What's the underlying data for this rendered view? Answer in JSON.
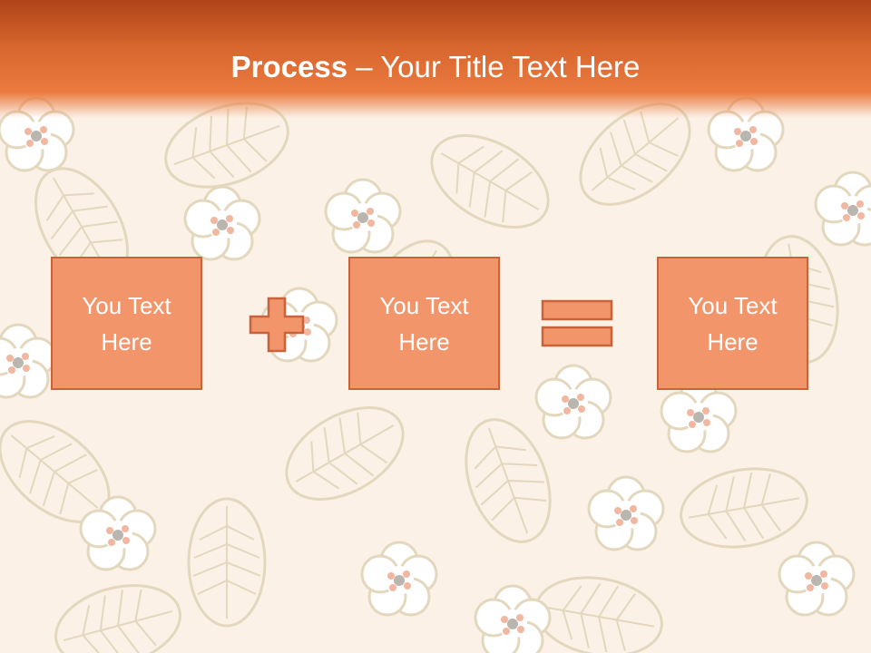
{
  "slide": {
    "title_bold": "Process",
    "title_rest": " – Your Title Text Here",
    "boxes": [
      {
        "label": "You Text Here"
      },
      {
        "label": "You Text Here"
      },
      {
        "label": "You Text Here"
      }
    ],
    "operators": [
      "plus-icon",
      "equals-icon"
    ]
  },
  "colors": {
    "header_dark": "#b0451a",
    "header_light": "#ea7a3f",
    "box_fill": "#f3956a",
    "box_border": "#c8633b",
    "background": "#fbf1e6",
    "pattern": "#e6dcc4"
  }
}
